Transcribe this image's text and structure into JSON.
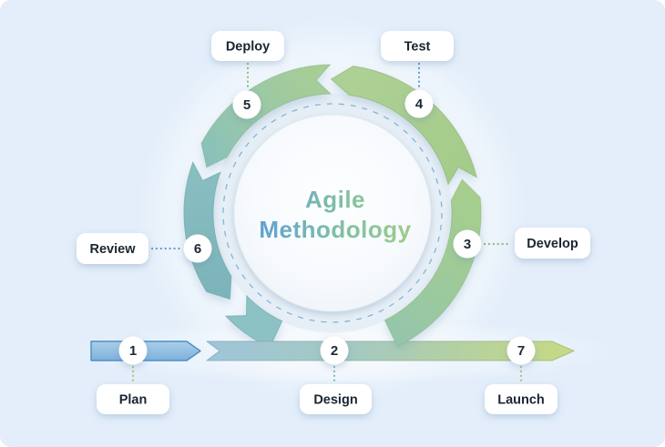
{
  "title": {
    "line1": "Agile",
    "line2": "Methodology"
  },
  "steps": [
    {
      "num": "1",
      "label": "Plan"
    },
    {
      "num": "2",
      "label": "Design"
    },
    {
      "num": "3",
      "label": "Develop"
    },
    {
      "num": "4",
      "label": "Test"
    },
    {
      "num": "5",
      "label": "Deploy"
    },
    {
      "num": "6",
      "label": "Review"
    },
    {
      "num": "7",
      "label": "Launch"
    }
  ],
  "colors": {
    "background": "#e3eefa",
    "ring_green": "#a8cf8f",
    "ring_teal": "#8ac0c0",
    "bar_blue_start": "#a9cfe8",
    "bar_blue_end": "#7fb1dc",
    "bar_blue_border": "#4e8ec5",
    "bar_teal": "#9fc5d9",
    "bar_green_tip": "#c7da82",
    "title_blue": "#5d9ed8",
    "title_green": "#a2cd85",
    "dashed_circle_blue": "#66a7d8",
    "connector_green": "#8abc6e",
    "connector_olive": "#a9c46e",
    "connector_blue": "#5b9bd3",
    "connector_teal": "#7fb8b8",
    "label_text": "#1b2531"
  }
}
